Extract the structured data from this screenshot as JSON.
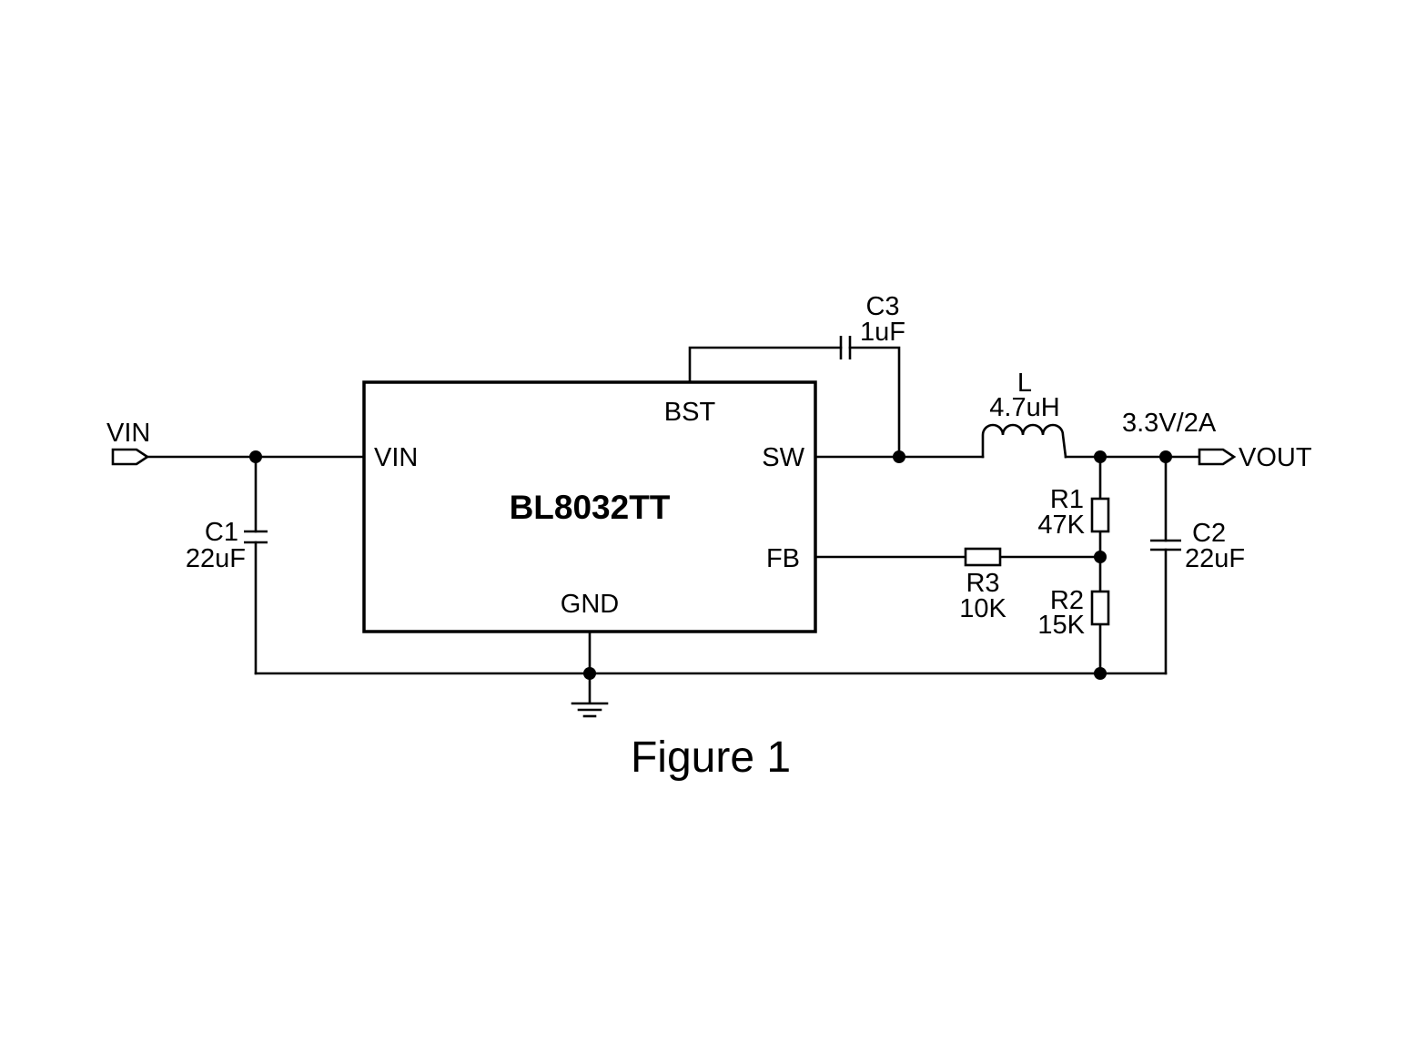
{
  "ic": {
    "name": "BL8032TT",
    "pins": {
      "vin": "VIN",
      "bst": "BST",
      "sw": "SW",
      "fb": "FB",
      "gnd": "GND"
    }
  },
  "ports": {
    "input": "VIN",
    "output": "VOUT"
  },
  "components": {
    "c1": {
      "ref": "C1",
      "value": "22uF"
    },
    "c2": {
      "ref": "C2",
      "value": "22uF"
    },
    "c3": {
      "ref": "C3",
      "value": "1uF"
    },
    "l": {
      "ref": "L",
      "value": "4.7uH"
    },
    "r1": {
      "ref": "R1",
      "value": "47K"
    },
    "r2": {
      "ref": "R2",
      "value": "15K"
    },
    "r3": {
      "ref": "R3",
      "value": "10K"
    }
  },
  "output_rating": "3.3V/2A",
  "caption": "Figure 1"
}
